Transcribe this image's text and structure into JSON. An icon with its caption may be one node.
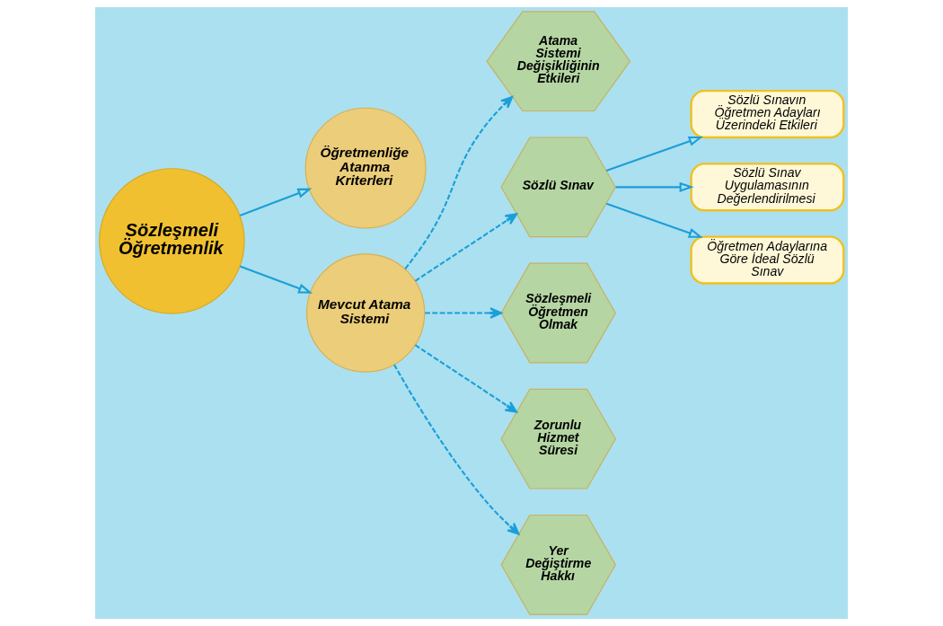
{
  "diagram": {
    "nodes": [
      {
        "text": [
          "Sözleşmeli Öğretmenlik"
        ]
      },
      {
        "text": [
          "Öğretmenliğe Atanma Kriterleri"
        ]
      },
      {
        "text": [
          "Mevcut Atama Sistemi"
        ]
      },
      {
        "text": [
          "Atama Sistemi Değişikliğinin Etkileri"
        ]
      },
      {
        "text": [
          "Sözlü Sınav"
        ]
      },
      {
        "text": [
          "Sözlü Sınavın Öğretmen Adayları Üzerindeki Etkileri"
        ]
      },
      {
        "text": [
          "Sözlü Sınav Uygulamasının Değerlendirilmesi"
        ]
      },
      {
        "text": [
          "Öğretmen Adaylarına Göre İdeal Sözlü Sınav"
        ]
      },
      {
        "text": [
          "Sözleşmeli Öğretmen Olmak"
        ]
      },
      {
        "text": [
          "Zorunlu Hizmet Süresi"
        ]
      },
      {
        "text": [
          "Yer Değiştirme Hakkı"
        ]
      }
    ],
    "edges": [
      {
        "from": 0,
        "to": 1,
        "arrow": "to"
      },
      {
        "from": 0,
        "to": 2,
        "arrow": "to"
      },
      {
        "from": 2,
        "to": 3,
        "arrow": "to",
        "style": "dashed"
      },
      {
        "from": 2,
        "to": 4,
        "arrow": "to",
        "style": "dashed"
      },
      {
        "from": 4,
        "to": 5,
        "arrow": "to"
      },
      {
        "from": 4,
        "to": 6,
        "arrow": "to"
      },
      {
        "from": 4,
        "to": 7,
        "arrow": "to"
      },
      {
        "from": 2,
        "to": 8,
        "arrow": "to",
        "style": "dashed"
      },
      {
        "from": 2,
        "to": 9,
        "arrow": "to",
        "style": "dashed"
      },
      {
        "from": 2,
        "to": 10,
        "arrow": "to",
        "style": "dashed"
      }
    ]
  }
}
